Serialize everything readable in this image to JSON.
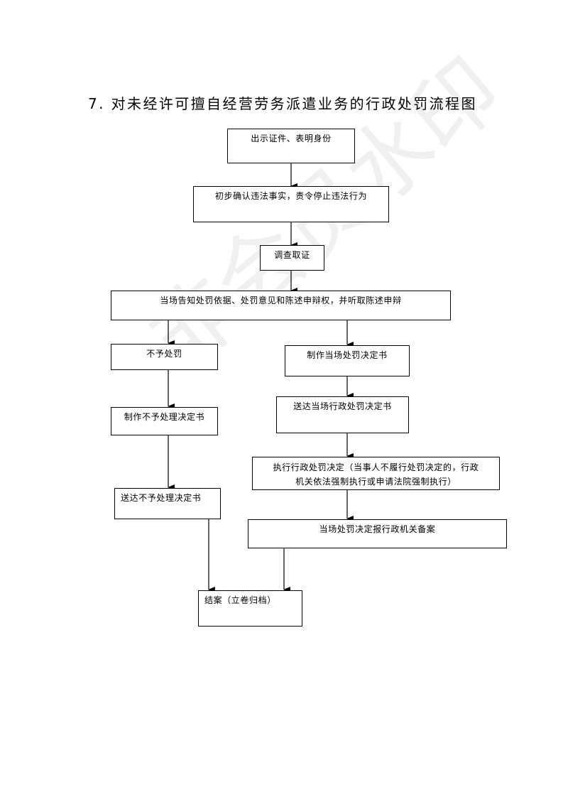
{
  "title": "7. 对未经许可擅自经营劳务派遣业务的行政处罚流程图",
  "watermark": "非会员水印",
  "nodes": {
    "n1": "出示证件、表明身份",
    "n2": "初步确认违法事实，责令停止违法行为",
    "n3": "调查取证",
    "n4": "当场告知处罚依据、处罚意见和陈述申辩权，并听取陈述申辩",
    "n5": "不予处罚",
    "n6": "制作当场处罚决定书",
    "n7": "制作不予处理决定书",
    "n8": "送达当场行政处罚决定书",
    "n9_line1": "执行行政处罚决定（当事人不履行处罚决定的，行政",
    "n9_line2": "机关依法强制执行或申请法院强制执行）",
    "n10": "送达不予处理决定书",
    "n11": "当场处罚决定报行政机关备案",
    "n12": "结案（立卷归档）"
  }
}
